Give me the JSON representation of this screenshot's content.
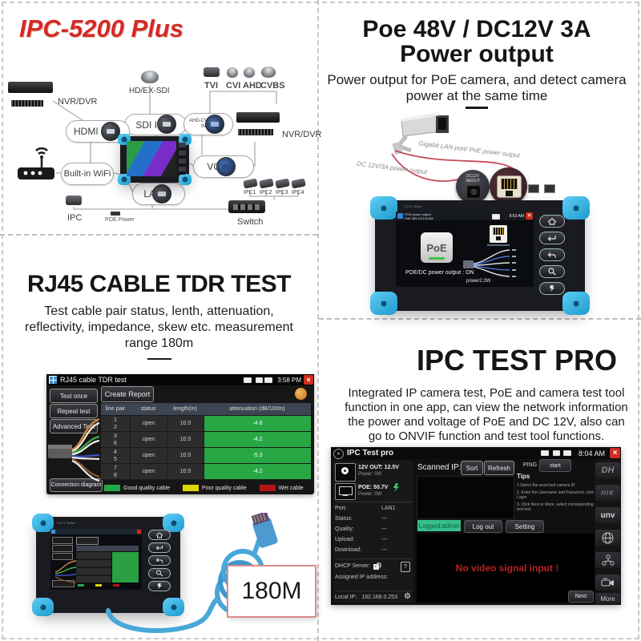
{
  "colors": {
    "accent_red": "#d42a24",
    "device_blue": "#38b7e9",
    "table_green": "#2aa44a",
    "logged_green": "#35c08b"
  },
  "q1": {
    "title": "IPC-5200 Plus",
    "labels": {
      "nvr_left": "NVR/DVR",
      "hd_ex_sdi": "HD/EX-SDI",
      "cam_types": [
        "TVI",
        "CVI",
        "AHD",
        "CVBS"
      ],
      "nvr_right": "NVR/DVR",
      "ipc": "IPC",
      "poe_power": "POE Power",
      "ipc_cams": [
        "IPC1",
        "IPC2",
        "IPC3",
        "IPC4"
      ],
      "switch": "Switch"
    },
    "ports": {
      "hdmi": "HDMI IN",
      "sdi": "SDI IN",
      "ahd_line1": "AHD-CVI-TVI",
      "ahd_line2": "IN",
      "vga": "VGA",
      "wifi": "Built-in WiFi",
      "lan": "LAN"
    }
  },
  "q2": {
    "title_line1": "Poe 48V / DC12V 3A",
    "title_line2": "Power output",
    "desc_line1": "Power output for PoE camera, and detect camera",
    "desc_line2": "power at the same time",
    "cable_label_lan": "Gigabit LAN port/ PoE power output",
    "cable_label_dc": "DC 12V/3A power output",
    "jack_line1": "DC12V",
    "jack_line2": "3A/OUT",
    "device": {
      "bezel": "CCTV Tester",
      "titlebar_line1": "POE power output",
      "titlebar_line2": "PoE 48V DC12V/3A",
      "time": "8:53 AM",
      "poe_button": "PoE",
      "status": "POE/DC power output : ON",
      "power": "power2.2W"
    }
  },
  "q3": {
    "title": "RJ45 CABLE TDR TEST",
    "desc_line1": "Test cable pair status, lenth, attenuation,",
    "desc_line2": "reflectivity, impedance, skew etc. measurement",
    "desc_line3": "range 180m",
    "screen": {
      "titlebar": "RJ45 cable TDR test",
      "time": "3:58 PM",
      "btn_test_once": "Test once",
      "btn_repeat": "Repeat test",
      "btn_advanced": "Advanced Test",
      "btn_connection": "Connection diagram",
      "btn_create_report": "Create Report",
      "table": {
        "h_pair": "line pair",
        "h_status": "status",
        "h_length": "length(m)",
        "h_att": "attenuation (dB/100m)",
        "rows": [
          {
            "a": "1",
            "b": "2",
            "status": "open",
            "length": "10.5",
            "att": "-4.6",
            "wire_color": "#d98a3f"
          },
          {
            "a": "3",
            "b": "6",
            "status": "open",
            "length": "10.5",
            "att": "-4.2",
            "wire_color": "#3fae4a"
          },
          {
            "a": "4",
            "b": "5",
            "status": "open",
            "length": "10.5",
            "att": "-5.3",
            "wire_color": "#3a51c9"
          },
          {
            "a": "7",
            "b": "8",
            "status": "open",
            "length": "10.5",
            "att": "-4.2",
            "wire_color": "#8a5a33"
          }
        ]
      },
      "legend": [
        {
          "label": "Good quality cable",
          "color": "#22a84b"
        },
        {
          "label": "Poor quality cable",
          "color": "#e2d400"
        },
        {
          "label": "Wet cable",
          "color": "#b51414"
        }
      ]
    },
    "range_box": "180M"
  },
  "q4": {
    "title": "IPC TEST PRO",
    "desc_line1": "Integrated IP camera test, PoE and camera test tool",
    "desc_line2": "function in one app, can view the network information",
    "desc_line3": "the power and voltage of PoE and DC 12V, also can",
    "desc_line4": "go to ONVIF function and test tool functions.",
    "screen": {
      "titlebar": "IPC Test pro",
      "time": "8:04 AM",
      "v12_out": "12V OUT: 12.5V",
      "v12_power": "Power: 0W",
      "poe_v": "POE: 50.7V",
      "poe_power": "Power: 0W",
      "stats": [
        {
          "label": "Port:",
          "value": "LAN1"
        },
        {
          "label": "Status:",
          "value": "---"
        },
        {
          "label": "Quality:",
          "value": "---"
        },
        {
          "label": "Upload:",
          "value": "---"
        },
        {
          "label": "Download:",
          "value": "---"
        }
      ],
      "dhcp": "DHCP Server:",
      "assigned_ip": "Assigned IP address:",
      "local_ip_label": "Local IP:",
      "local_ip": "192.168.0.253",
      "scanned": "Scanned IP:0",
      "btn_sort": "Sort",
      "btn_refresh": "Refresh",
      "ping": "PING",
      "btn_start": "start",
      "tips_title": "Tips",
      "tip1": "1.Select the searched camera IP.",
      "tip2": "2. Enter the Username and Password, click Login.",
      "tip3": "3. Click Next or More, select corresponding test tool.",
      "btn_logged": "Logged:admin",
      "btn_logout": "Log out",
      "btn_setting": "Setting",
      "no_signal": "No video signal input !",
      "btn_next": "Next",
      "btn_more": "More",
      "brand_dh": "DH",
      "brand_hik": "HIK",
      "brand_unv": "unv"
    }
  }
}
